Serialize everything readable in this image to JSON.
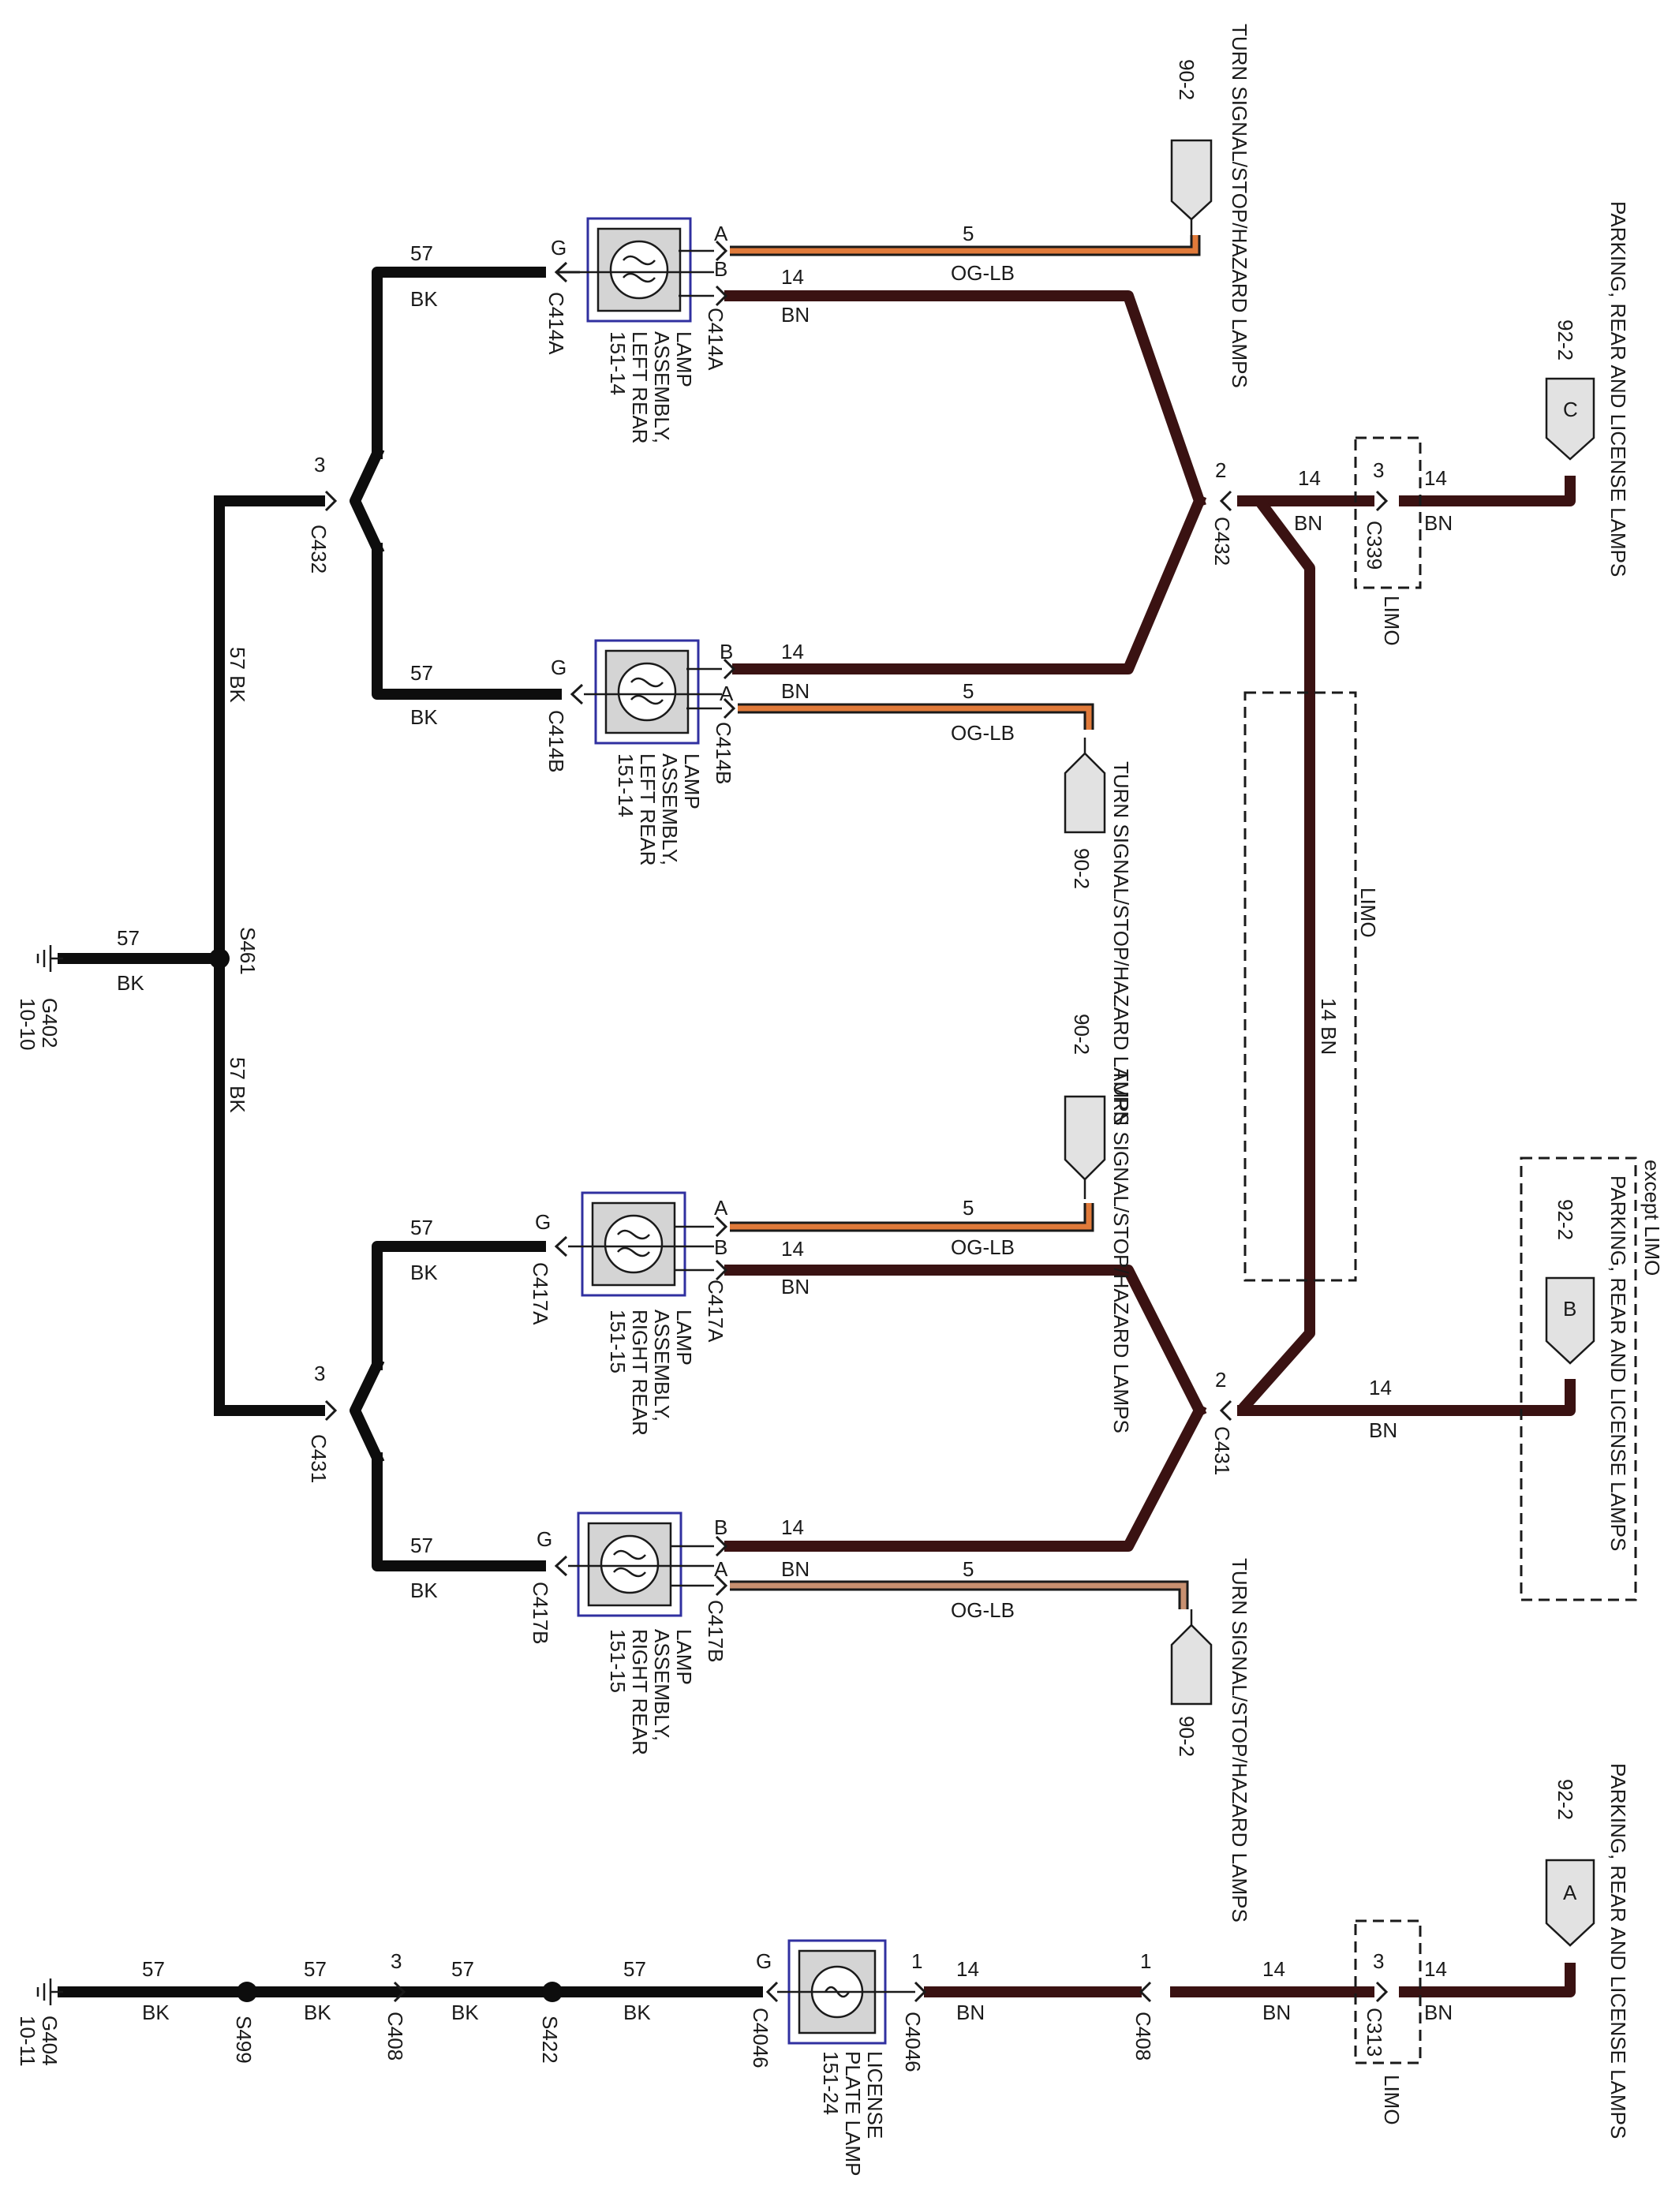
{
  "connectors": {
    "c414a_g": "C414A",
    "c414a_ab": "C414A",
    "c414b_g": "C414B",
    "c414b_ab": "C414B",
    "c417a_g": "C417A",
    "c417a_ab": "C417A",
    "c417b_g": "C417B",
    "c417b_ab": "C417B",
    "c432_left": "C432",
    "c432_right": "C432",
    "c431_left": "C431",
    "c431_right": "C431",
    "c339": "C339",
    "c313": "C313",
    "c4046_g": "C4046",
    "c4046_1": "C4046",
    "c408_a": "C408",
    "c408_b": "C408"
  },
  "pins": {
    "a": "A",
    "b": "B",
    "g": "G",
    "p1": "1",
    "p2": "2",
    "p3": "3"
  },
  "splices": {
    "s461": "S461",
    "s499": "S499",
    "s422": "S422"
  },
  "grounds": {
    "g402": "G402",
    "g402_ref": "10-10",
    "g404": "G404",
    "g404_ref": "10-11"
  },
  "wires": {
    "circuit_57": "57",
    "color_bk": "BK",
    "circuit_14": "14",
    "color_bn": "BN",
    "circuit_5": "5",
    "color_oglb": "OG-LB",
    "vert_57bk": "57  BK",
    "vert_14bn": "14  BN"
  },
  "lamps": {
    "lr_line1": "LAMP",
    "lr_line2": "ASSEMBLY,",
    "lr_line3": "LEFT REAR",
    "lr_ref": "151-14",
    "rr_line1": "LAMP",
    "rr_line2": "ASSEMBLY,",
    "rr_line3": "RIGHT REAR",
    "rr_ref": "151-15",
    "lp_line1": "LICENSE",
    "lp_line2": "PLATE LAMP",
    "lp_ref": "151-24"
  },
  "refs": {
    "turn_signal": "TURN SIGNAL/STOP/HAZARD LAMPS",
    "turn_ref": "90-2",
    "parking": "PARKING, REAR AND LICENSE LAMPS",
    "parking_ref": "92-2",
    "flag_a": "A",
    "flag_b": "B",
    "flag_c": "C"
  },
  "options": {
    "limo": "LIMO",
    "except_limo": "except LIMO"
  }
}
